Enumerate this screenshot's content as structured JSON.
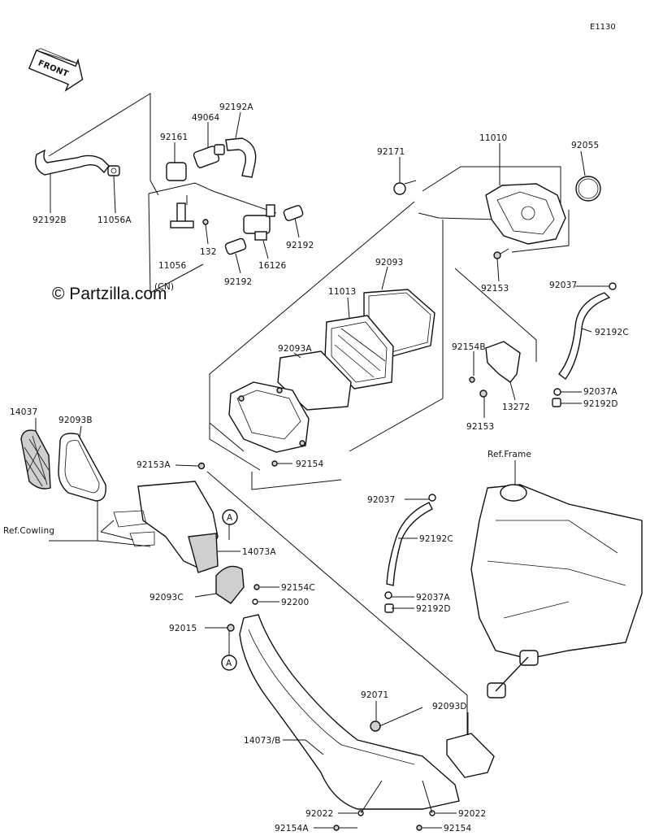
{
  "diagram_code": "E1130",
  "watermark": "© Partzilla.com",
  "front_label": "FRONT",
  "callout_letter": "A",
  "labels": {
    "p92192B": "92192B",
    "p11056A": "11056A",
    "p92161": "92161",
    "p49064": "49064",
    "p92192A": "92192A",
    "p11056": "11056",
    "p132": "132",
    "pCN": "(CN)",
    "p16126": "16126",
    "p92192a": "92192",
    "p92192b": "92192",
    "p92171": "92171",
    "p11010": "11010",
    "p92055": "92055",
    "p92093": "92093",
    "p11013": "11013",
    "p92093A": "92093A",
    "p92153a": "92153",
    "p92037a": "92037",
    "p92192Ca": "92192C",
    "p92037Aa": "92037A",
    "p92192Da": "92192D",
    "p92154B": "92154B",
    "p13272": "13272",
    "p92153b": "92153",
    "p14037": "14037",
    "p92093B": "92093B",
    "p92153A": "92153A",
    "p92154a": "92154",
    "pRefCowling": "Ref.Cowling",
    "p14073A": "14073A",
    "p92093C": "92093C",
    "p92154C": "92154C",
    "p92200": "92200",
    "p92015": "92015",
    "pRefFrame": "Ref.Frame",
    "p92037b": "92037",
    "p92192Cb": "92192C",
    "p92037Ab": "92037A",
    "p92192Db": "92192D",
    "p92071": "92071",
    "p92093D": "92093D",
    "p14073B": "14073/B",
    "p92022a": "92022",
    "p92022b": "92022",
    "p92154A": "92154A",
    "p92154b": "92154"
  }
}
